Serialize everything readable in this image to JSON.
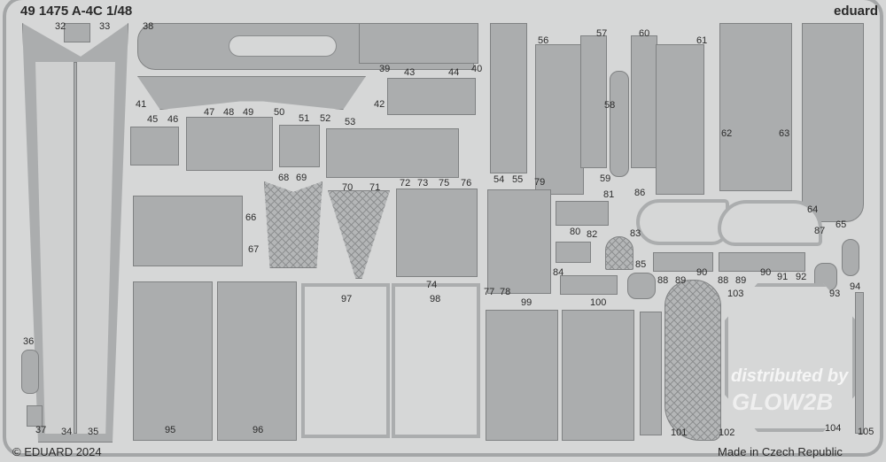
{
  "header": {
    "title": "49 1475  A-4C 1/48",
    "brand": "eduard"
  },
  "footer": {
    "copyright": "© EDUARD 2024",
    "origin": "Made in Czech Republic"
  },
  "watermark": {
    "line1": "distributed by",
    "line2": "GLOW2B"
  },
  "part_labels": [
    "32",
    "33",
    "38",
    "39",
    "40",
    "41",
    "42",
    "43",
    "44",
    "45",
    "46",
    "47",
    "48",
    "49",
    "50",
    "51",
    "52",
    "53",
    "54",
    "55",
    "56",
    "57",
    "58",
    "59",
    "60",
    "61",
    "62",
    "63",
    "64",
    "65",
    "66",
    "67",
    "68",
    "69",
    "70",
    "71",
    "72",
    "73",
    "74",
    "75",
    "76",
    "77",
    "78",
    "79",
    "80",
    "81",
    "82",
    "83",
    "84",
    "85",
    "86",
    "87",
    "88",
    "88",
    "89",
    "89",
    "90",
    "90",
    "91",
    "92",
    "93",
    "94",
    "95",
    "96",
    "97",
    "98",
    "99",
    "100",
    "101",
    "102",
    "103",
    "104",
    "105",
    "36",
    "37",
    "34",
    "35"
  ]
}
